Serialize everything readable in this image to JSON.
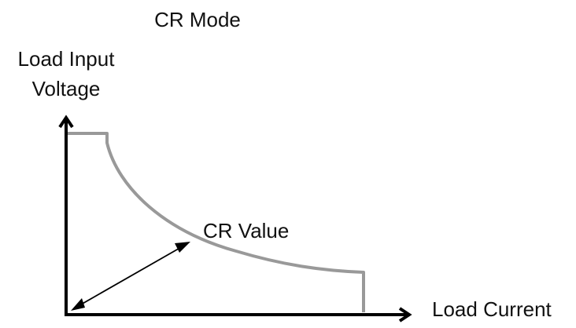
{
  "title": "CR Mode",
  "y_axis_label": {
    "line1": "Load Input",
    "line2": "Voltage"
  },
  "x_axis_label": "Load Current",
  "annotation": "CR Value",
  "colors": {
    "curve": "#999999",
    "axis": "#000000",
    "text": "#111111"
  }
}
